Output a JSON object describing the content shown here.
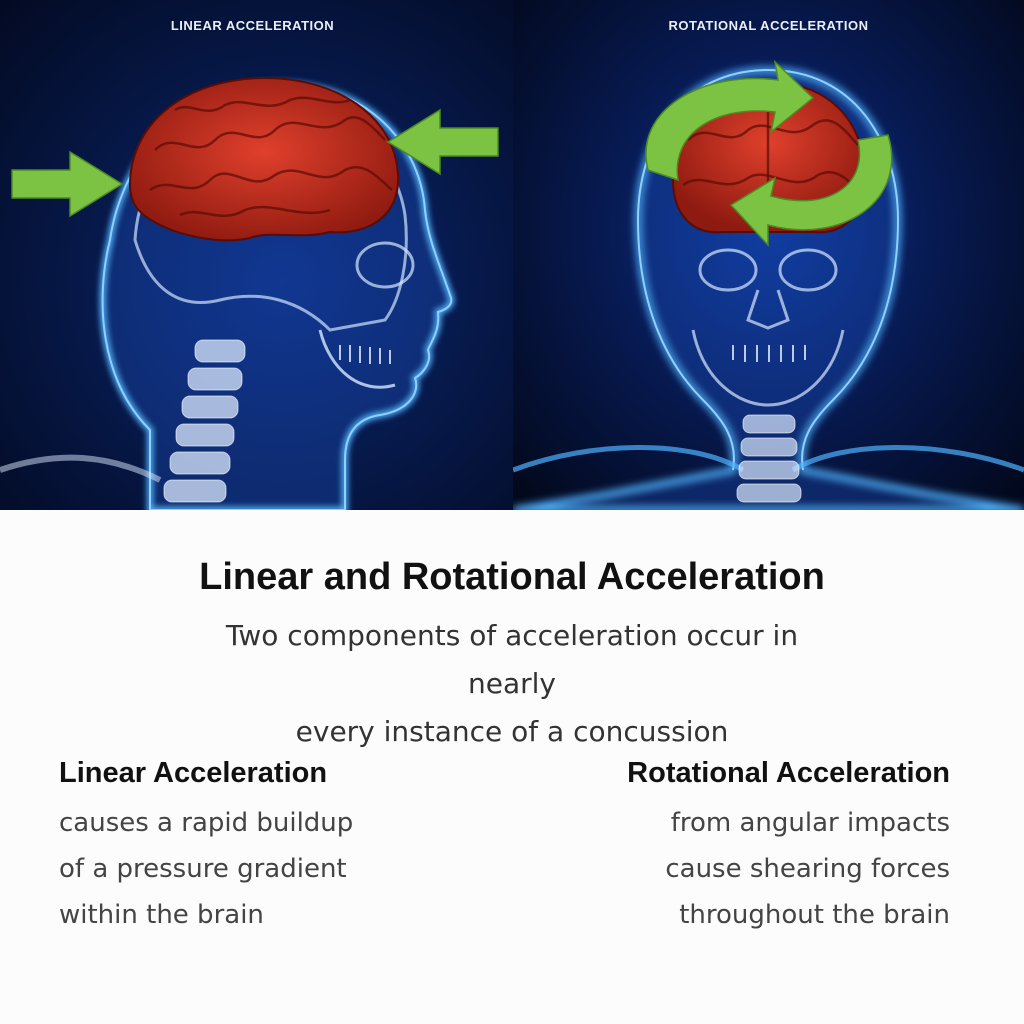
{
  "panels": {
    "left_label": "LINEAR ACCELERATION",
    "right_label": "ROTATIONAL ACCELERATION"
  },
  "title": "Linear and Rotational Acceleration",
  "subtitle_line1": "Two components of acceleration occur in nearly",
  "subtitle_line2": "every instance of a concussion",
  "linear": {
    "heading": "Linear Acceleration",
    "line1": "causes a rapid buildup",
    "line2": "of a pressure gradient",
    "line3": "within the brain"
  },
  "rotational": {
    "heading": "Rotational Acceleration",
    "line1": "from angular impacts",
    "line2": "cause shearing forces",
    "line3": "throughout the brain"
  },
  "colors": {
    "brain": "#c1271a",
    "arrow": "#7cc243",
    "skeleton": "#cfe3ff",
    "glow": "#3aa0ff"
  }
}
